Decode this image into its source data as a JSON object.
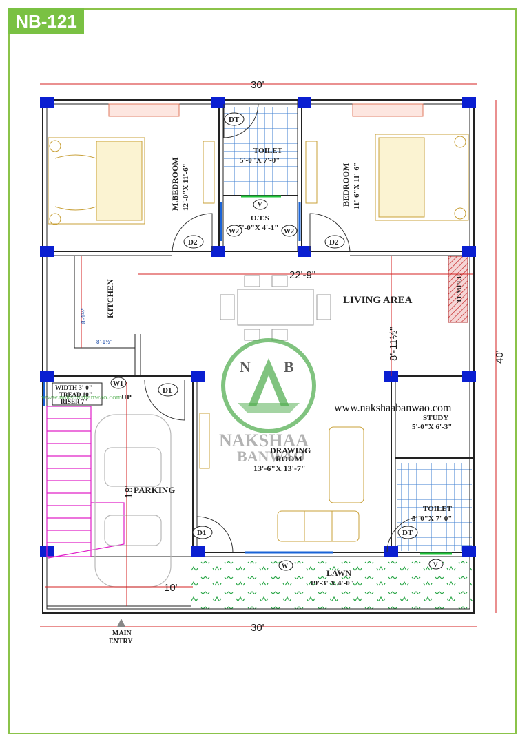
{
  "badge": "NB-121",
  "website": "www.nakshaabanwao.com",
  "logo": {
    "left": "N",
    "right": "B",
    "brand_top": "NAKSHAA",
    "brand_bottom": "BANWAO"
  },
  "watermark_side": "www.nakshaabanwao.com",
  "rooms": {
    "m_bedroom": {
      "name": "M.BEDROOM",
      "size": "12'-0\"X 11'-6\""
    },
    "bedroom": {
      "name": "BEDROOM",
      "size": "11'-6\"X 11'-6\""
    },
    "toilet_top": {
      "name": "TOILET",
      "size": "5'-0\"X 7'-0\""
    },
    "ots": {
      "name": "O.T.S",
      "size": "5'-0\"X 4'-1\""
    },
    "kitchen": {
      "name": "KITCHEN"
    },
    "living": {
      "name": "LIVING AREA"
    },
    "temple": {
      "name": "TEMPLE"
    },
    "drawing": {
      "name": "DRAWING",
      "name2": "ROOM",
      "size": "13'-6\"X 13'-7\""
    },
    "study": {
      "name": "STUDY",
      "size": "5'-0\"X 6'-3\""
    },
    "toilet_bottom": {
      "name": "TOILET",
      "size": "5'-0\"X 7'-0\""
    },
    "parking": {
      "name": "PARKING"
    },
    "lawn": {
      "name": "LAWN",
      "size": "19'-3\"X 4'-0\""
    }
  },
  "stair": {
    "width": "WIDTH 3'-0\"",
    "tread": "TREAD 10\"",
    "riser": "RISER 7\"",
    "up": "UP"
  },
  "tags": {
    "dt": "DT",
    "d1": "D1",
    "d2": "D2",
    "w": "W",
    "w1": "W1",
    "w2": "W2",
    "v": "V"
  },
  "dims": {
    "top": "30'",
    "bottom": "30'",
    "right": "40'",
    "living_w": "22'-9\"",
    "living_h": "8'-11½\"",
    "parking_h": "18'",
    "parking_w": "10'",
    "kitchen_h": "8'-1½\"",
    "kitchen_w": "8'-1½\""
  },
  "entry": {
    "line1": "MAIN",
    "line2": "ENTRY"
  }
}
